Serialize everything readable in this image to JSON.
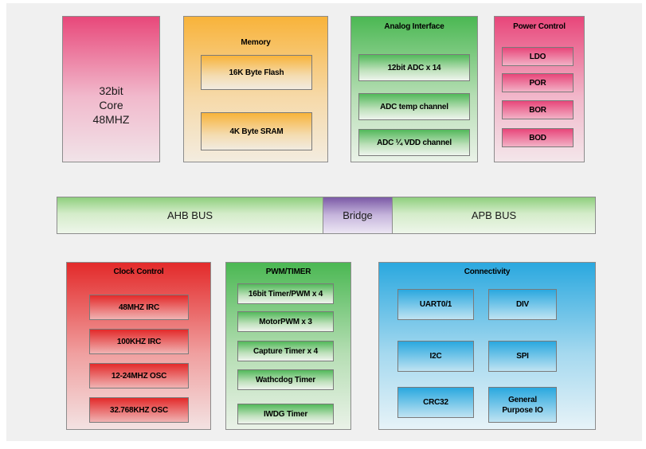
{
  "core": {
    "lines": [
      "32bit",
      "Core",
      "48MHZ"
    ]
  },
  "memory": {
    "title": "Memory",
    "items": [
      "16K Byte Flash",
      "4K Byte SRAM"
    ]
  },
  "analog": {
    "title": "Analog Interface",
    "items": [
      "12bit ADC x 14",
      "ADC temp channel",
      "ADC ¼ VDD channel"
    ]
  },
  "power": {
    "title": "Power Control",
    "items": [
      "LDO",
      "POR",
      "BOR",
      "BOD"
    ]
  },
  "bus": {
    "ahb": "AHB BUS",
    "bridge": "Bridge",
    "apb": "APB BUS"
  },
  "clock": {
    "title": "Clock Control",
    "items": [
      "48MHZ IRC",
      "100KHZ IRC",
      "12-24MHZ OSC",
      "32.768KHZ OSC"
    ]
  },
  "pwm": {
    "title": "PWM/TIMER",
    "items": [
      "16bit Timer/PWM x 4",
      "MotorPWM x 3",
      "Capture Timer x 4",
      "Wathcdog Timer",
      "IWDG Timer"
    ]
  },
  "connectivity": {
    "title": "Connectivity",
    "items": [
      "UART0/1",
      "DIV",
      "I2C",
      "SPI",
      "CRC32",
      "General\nPurpose IO"
    ]
  },
  "colors": {
    "core": "#e8487a",
    "memory": "#f8b33a",
    "analog": "#4bb853",
    "power": "#e8467a",
    "clock": "#e32a2a",
    "pwm": "#4bb853",
    "connectivity": "#2aa8df",
    "bus": "#8fcf7e",
    "bridge": "#7b5aa6"
  }
}
